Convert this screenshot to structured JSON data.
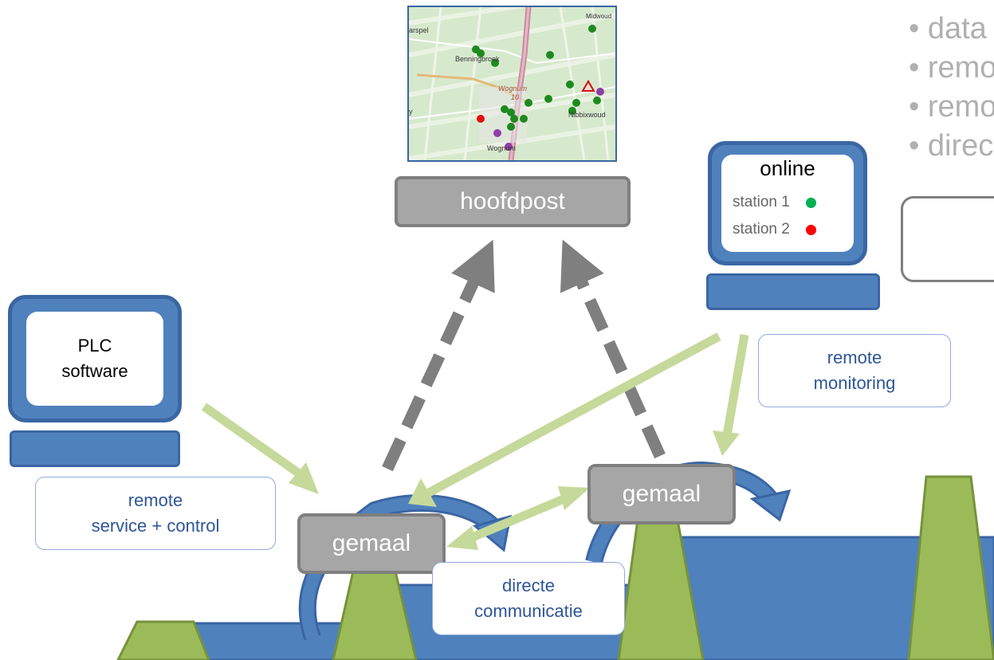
{
  "map": {
    "labels": {
      "arspel": "arspel",
      "midwoud": "Midwoud",
      "benningbroek": "Benningbroek",
      "wognum": "Wognum",
      "n10": "10",
      "nibbixwoud": "Nibbixwoud",
      "woognum2": "Wognum",
      "y": "y"
    }
  },
  "hoofdpost": {
    "label": "hoofdpost"
  },
  "online_monitor": {
    "title": "online",
    "stations": [
      {
        "label": "station 1",
        "status_color": "#00b050"
      },
      {
        "label": "station 2",
        "status_color": "#ff0000"
      }
    ]
  },
  "plc_monitor": {
    "line1": "PLC",
    "line2": "software"
  },
  "notes": {
    "remote_service": {
      "line1": "remote",
      "line2": "service + control"
    },
    "remote_monitoring": {
      "line1": "remote",
      "line2": "monitoring"
    },
    "direct_comm": {
      "line1": "directe",
      "line2": "communicatie"
    }
  },
  "gemaal_1": {
    "label": "gemaal"
  },
  "gemaal_2": {
    "label": "gemaal"
  },
  "bullets": [
    "• data",
    "• remo",
    "• remo",
    "• direc"
  ],
  "colors": {
    "monitor_blue": "#4f81bd",
    "monitor_border": "#3a66a3",
    "arrow_green": "#c5d99a",
    "dashed_gray": "#7f7f7f",
    "dyke_green": "#9bbb59",
    "water_blue": "#4f81bd",
    "note_text": "#2f5597"
  }
}
